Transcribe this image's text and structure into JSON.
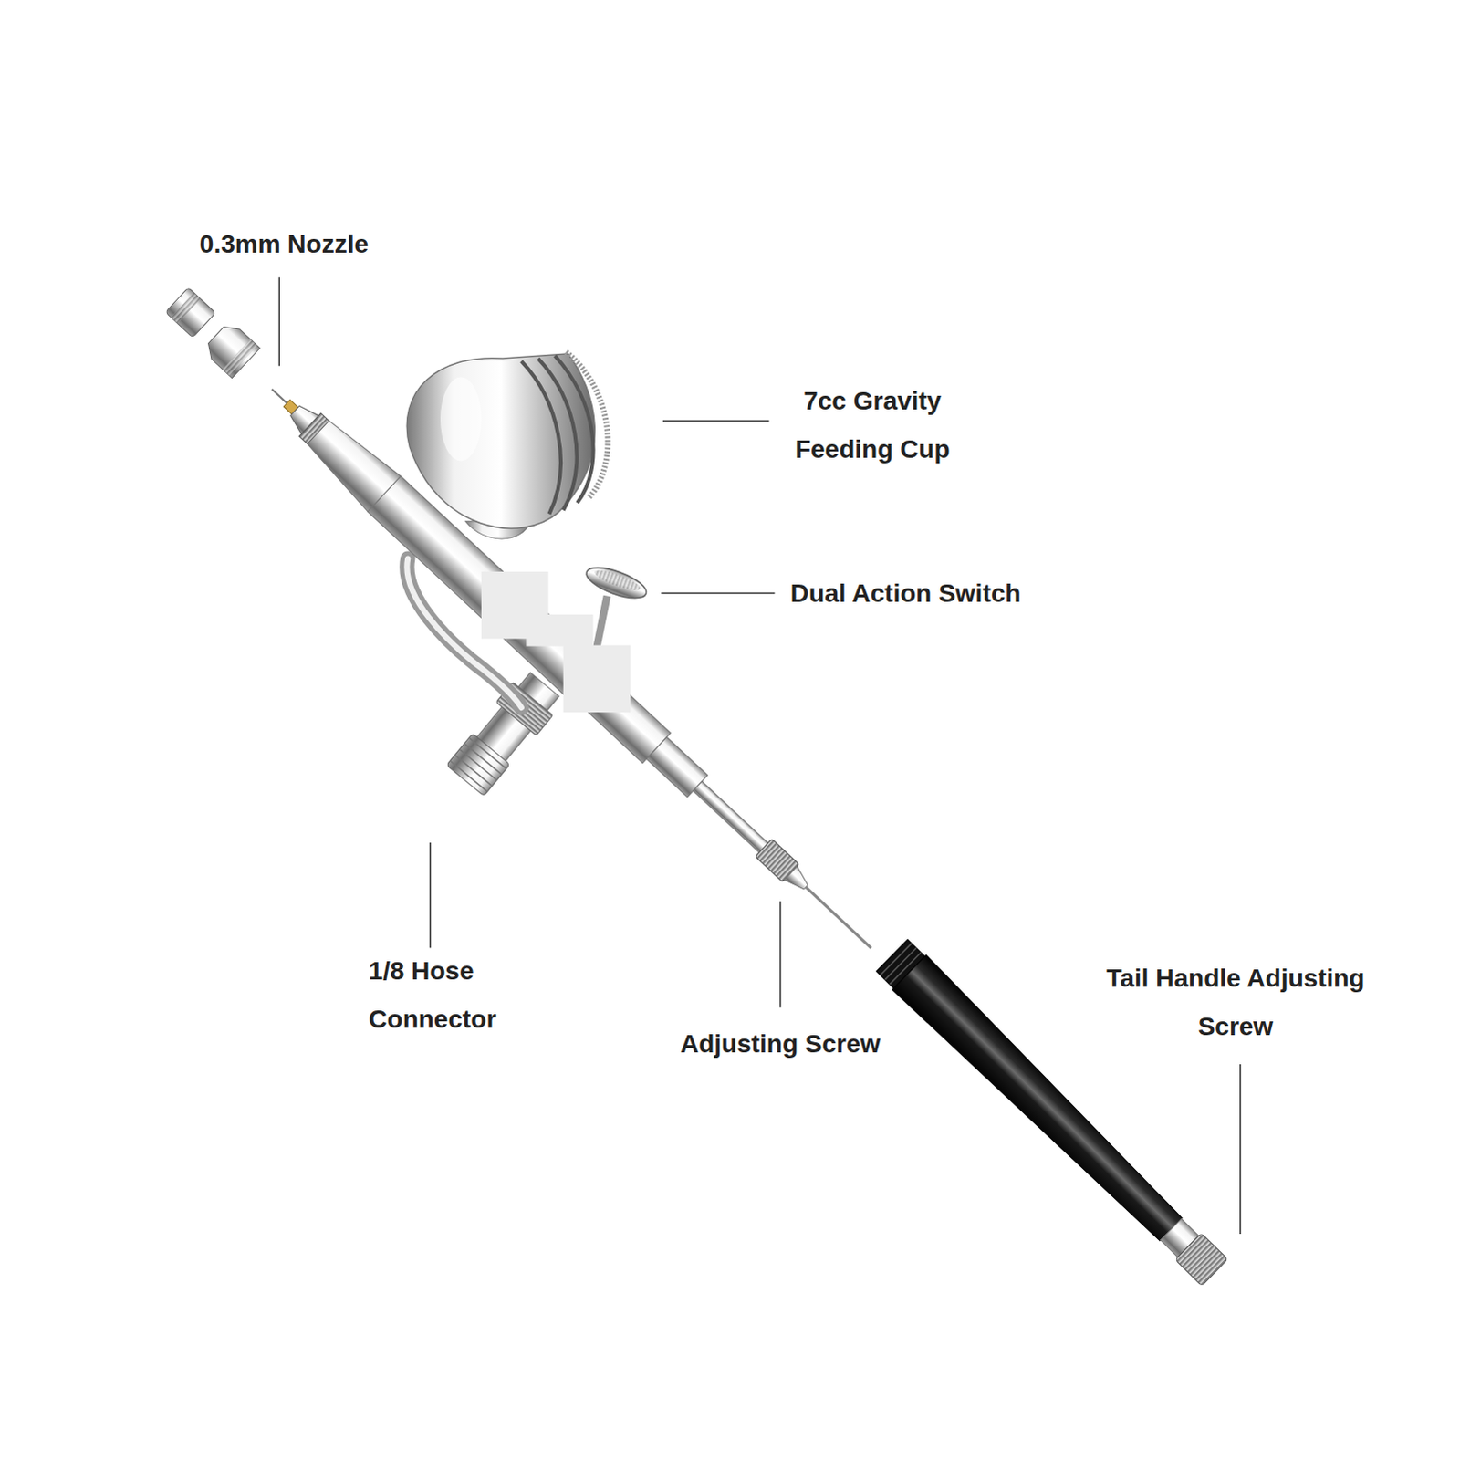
{
  "diagram": {
    "labels": [
      "0.3mm Nozzle",
      "7cc Gravity Feeding Cup",
      "Dual Action Switch",
      "1/8 Hose Connector",
      "Adjusting Screw",
      "Tail Handle Adjusting Screw"
    ]
  }
}
